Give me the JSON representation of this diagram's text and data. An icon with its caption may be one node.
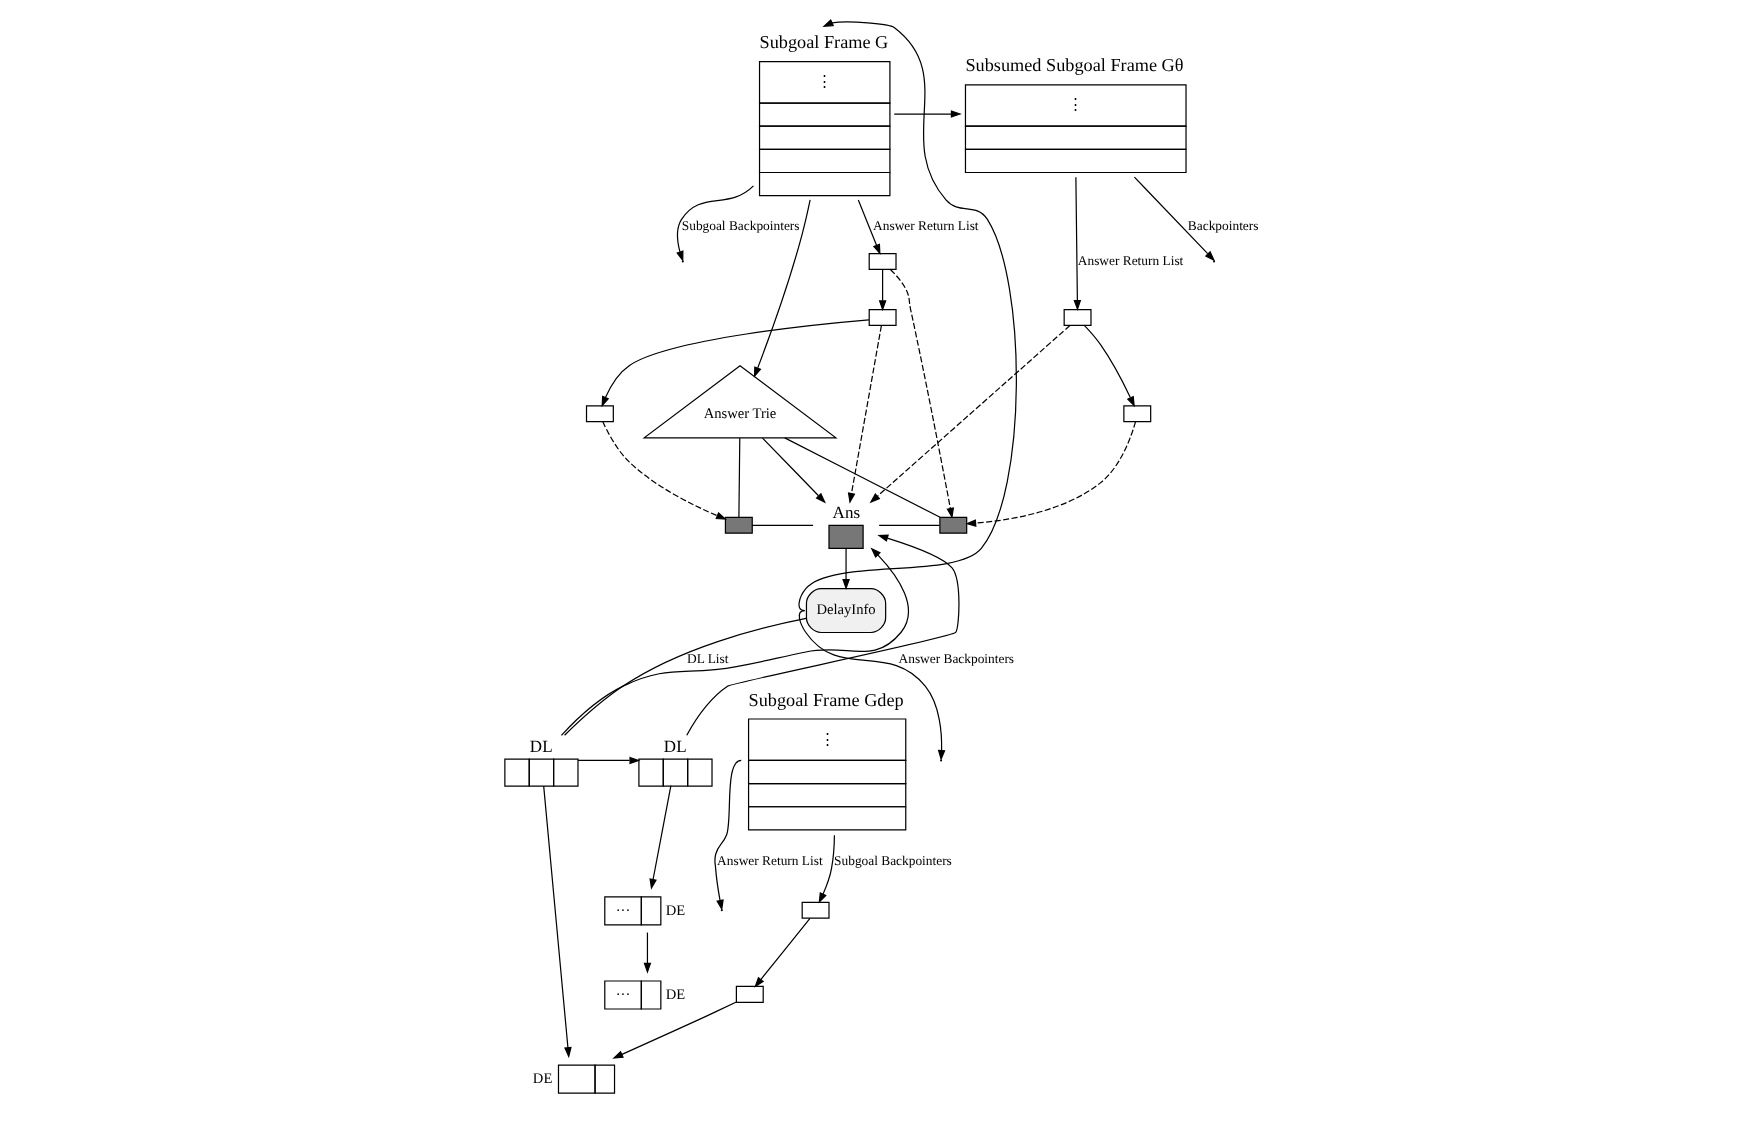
{
  "diagram": {
    "nodes": [
      {
        "text": [
          "Subgoal Frame G",
          "⋮"
        ]
      },
      {
        "text": [
          "Subsumed Subgoal Frame Gθ",
          "⋮"
        ]
      },
      {
        "text": [
          "Answer Trie"
        ]
      },
      {
        "text": [],
        "shape": "box"
      },
      {
        "text": [],
        "shape": "box"
      },
      {
        "text": [],
        "shape": "box"
      },
      {
        "text": [],
        "shape": "box"
      },
      {
        "text": [],
        "shape": "box"
      },
      {
        "text": [],
        "shape": "box"
      },
      {
        "text": [
          "Ans"
        ]
      },
      {
        "text": [],
        "shape": "box"
      },
      {
        "text": [
          "DelayInfo"
        ]
      },
      {
        "text": [
          "DL"
        ]
      },
      {
        "text": [
          "DL"
        ]
      },
      {
        "text": [
          "DE"
        ]
      },
      {
        "text": [
          "···",
          "DE"
        ]
      },
      {
        "text": [
          "···",
          "DE"
        ]
      },
      {
        "text": [
          "Subgoal Frame Gdep",
          "⋮"
        ]
      },
      {
        "text": [],
        "shape": "box"
      },
      {
        "text": [],
        "shape": "box"
      }
    ],
    "edges": [
      {
        "from": 0,
        "to": 1,
        "arrow": "to"
      },
      {
        "from": 0,
        "to": 2,
        "arrow": "to"
      },
      {
        "from": 0,
        "to": 3,
        "arrow": "to",
        "label": "Answer Return List"
      },
      {
        "from": 0,
        "to": null,
        "arrow": "to",
        "label": "Subgoal Backpointers"
      },
      {
        "from": 1,
        "to": null,
        "arrow": "to",
        "label": "Backpointers"
      },
      {
        "from": 1,
        "to": 6,
        "arrow": "to",
        "label": "Answer Return List"
      },
      {
        "from": 3,
        "to": 4,
        "arrow": "to"
      },
      {
        "from": 4,
        "to": 5,
        "arrow": "to"
      },
      {
        "from": 6,
        "to": 7,
        "arrow": "to"
      },
      {
        "from": 2,
        "to": 8,
        "arrow": "none"
      },
      {
        "from": 2,
        "to": 9,
        "arrow": "to"
      },
      {
        "from": 2,
        "to": 10,
        "arrow": "none"
      },
      {
        "from": 3,
        "to": 10,
        "arrow": "to",
        "style": "dashed"
      },
      {
        "from": 4,
        "to": 9,
        "arrow": "to",
        "style": "dashed"
      },
      {
        "from": 5,
        "to": 8,
        "arrow": "to",
        "style": "dashed"
      },
      {
        "from": 6,
        "to": 9,
        "arrow": "to",
        "style": "dashed"
      },
      {
        "from": 7,
        "to": 10,
        "arrow": "to",
        "style": "dashed"
      },
      {
        "from": 8,
        "to": 9,
        "arrow": "none"
      },
      {
        "from": 9,
        "to": 10,
        "arrow": "none"
      },
      {
        "from": 9,
        "to": 11,
        "arrow": "to"
      },
      {
        "from": 11,
        "to": null,
        "arrow": "to",
        "label": "Answer Backpointers"
      },
      {
        "from": 11,
        "to": 0,
        "arrow": "to"
      },
      {
        "from": 11,
        "to": 12,
        "arrow": "none",
        "label": "DL List"
      },
      {
        "from": 12,
        "to": 9,
        "arrow": "to"
      },
      {
        "from": 13,
        "to": 9,
        "arrow": "to"
      },
      {
        "from": 12,
        "to": 13,
        "arrow": "to"
      },
      {
        "from": 12,
        "to": 14,
        "arrow": "to"
      },
      {
        "from": 13,
        "to": 15,
        "arrow": "to"
      },
      {
        "from": 15,
        "to": 16,
        "arrow": "to"
      },
      {
        "from": 17,
        "to": 18,
        "arrow": "to",
        "label": "Subgoal Backpointers"
      },
      {
        "from": 18,
        "to": 19,
        "arrow": "to"
      },
      {
        "from": 19,
        "to": 14,
        "arrow": "to"
      },
      {
        "from": 17,
        "to": null,
        "arrow": "to",
        "label": "Answer Return List"
      }
    ]
  }
}
